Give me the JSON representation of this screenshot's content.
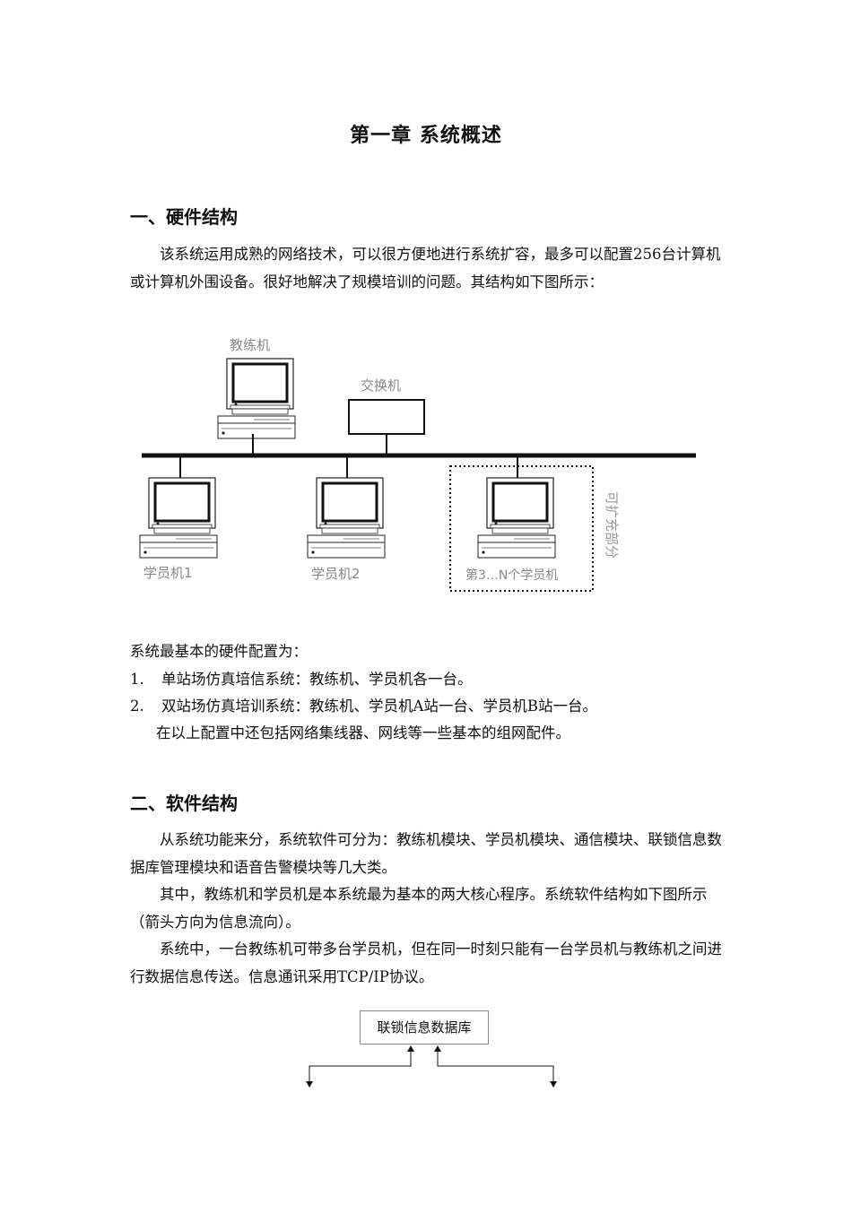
{
  "title": "第一章 系统概述",
  "section1": {
    "heading": "一、硬件结构",
    "para": "该系统运用成熟的网络技术，可以很方便地进行系统扩容，最多可以配置256台计算机或计算机外围设备。很好地解决了规模培训的问题。其结构如下图所示："
  },
  "diagram": {
    "teacher": "教练机",
    "switch": "交换机",
    "student1": "学员机1",
    "student2": "学员机2",
    "studentN": "第3…N个学员机",
    "expand": "可扩充部分"
  },
  "config": {
    "intro": "系统最基本的硬件配置为：",
    "item1_num": "1.",
    "item1": "单站场仿真培信系统：教练机、学员机各一台。",
    "item2_num": "2.",
    "item2": "双站场仿真培训系统：教练机、学员机A站一台、学员机B站一台。",
    "note": "在以上配置中还包括网络集线器、网线等一些基本的组网配件。"
  },
  "section2": {
    "heading": "二、软件结构",
    "para1": "从系统功能来分，系统软件可分为：教练机模块、学员机模块、通信模块、联锁信息数据库管理模块和语音告警模块等几大类。",
    "para2": "其中，教练机和学员机是本系统最为基本的两大核心程序。系统软件结构如下图所示（箭头方向为信息流向）。",
    "para3": "系统中，一台教练机可带多台学员机，但在同一时刻只能有一台学员机与教练机之间进行数据信息传送。信息通讯采用TCP/IP协议。"
  },
  "software_diagram": {
    "db_label": "联锁信息数据库"
  }
}
